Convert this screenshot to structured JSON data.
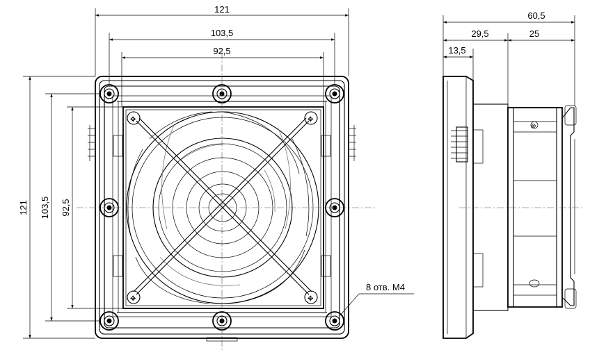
{
  "dimensions": {
    "front_width_outer": "121",
    "front_width_mid": "103,5",
    "front_width_inner": "92,5",
    "front_height_outer": "121",
    "front_height_mid": "103,5",
    "front_height_inner": "92,5",
    "side_total_depth": "60,5",
    "side_depth_a": "29,5",
    "side_depth_b": "25",
    "side_depth_flange": "13,5"
  },
  "annotations": {
    "holes_callout": "8 отв. М4"
  },
  "colors": {
    "line": "#000000",
    "centerline": "#555555"
  }
}
